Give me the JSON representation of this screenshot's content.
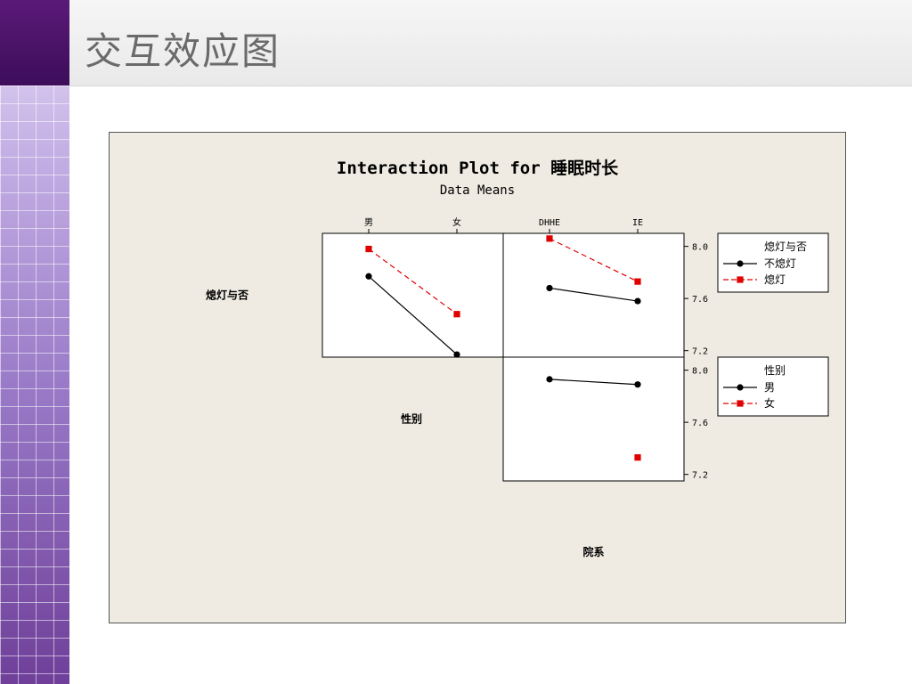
{
  "slide": {
    "title": "交互效应图"
  },
  "chart_data": {
    "type": "line",
    "title": "Interaction Plot for 睡眠时长",
    "subtitle": "Data Means",
    "background": "#efebe2",
    "series_colors": [
      "#000000",
      "#e00000"
    ],
    "row_labels": [
      "熄灯与否",
      "性别"
    ],
    "col_labels": [
      "性别",
      "院系"
    ],
    "y_ticks": [
      7.2,
      7.6,
      8.0
    ],
    "ylim": [
      7.15,
      8.1
    ],
    "panels": [
      {
        "row": 0,
        "col": 0,
        "x_categories": [
          "男",
          "女"
        ],
        "series": [
          {
            "name": "不熄灯",
            "values": [
              7.77,
              7.17
            ]
          },
          {
            "name": "熄灯",
            "values": [
              7.98,
              7.48
            ]
          }
        ]
      },
      {
        "row": 0,
        "col": 1,
        "x_categories": [
          "DHHE",
          "IE"
        ],
        "series": [
          {
            "name": "不熄灯",
            "values": [
              7.68,
              7.58
            ]
          },
          {
            "name": "熄灯",
            "values": [
              8.06,
              7.73
            ]
          }
        ]
      },
      {
        "row": 1,
        "col": 1,
        "x_categories": [
          "DHHE",
          "IE"
        ],
        "series": [
          {
            "name": "男",
            "values": [
              7.93,
              7.89
            ]
          },
          {
            "name": "女",
            "values": [
              null,
              7.33
            ]
          }
        ]
      }
    ],
    "legends": [
      {
        "title": "熄灯与否",
        "entries": [
          "不熄灯",
          "熄灯"
        ]
      },
      {
        "title": "性别",
        "entries": [
          "男",
          "女"
        ]
      }
    ]
  }
}
